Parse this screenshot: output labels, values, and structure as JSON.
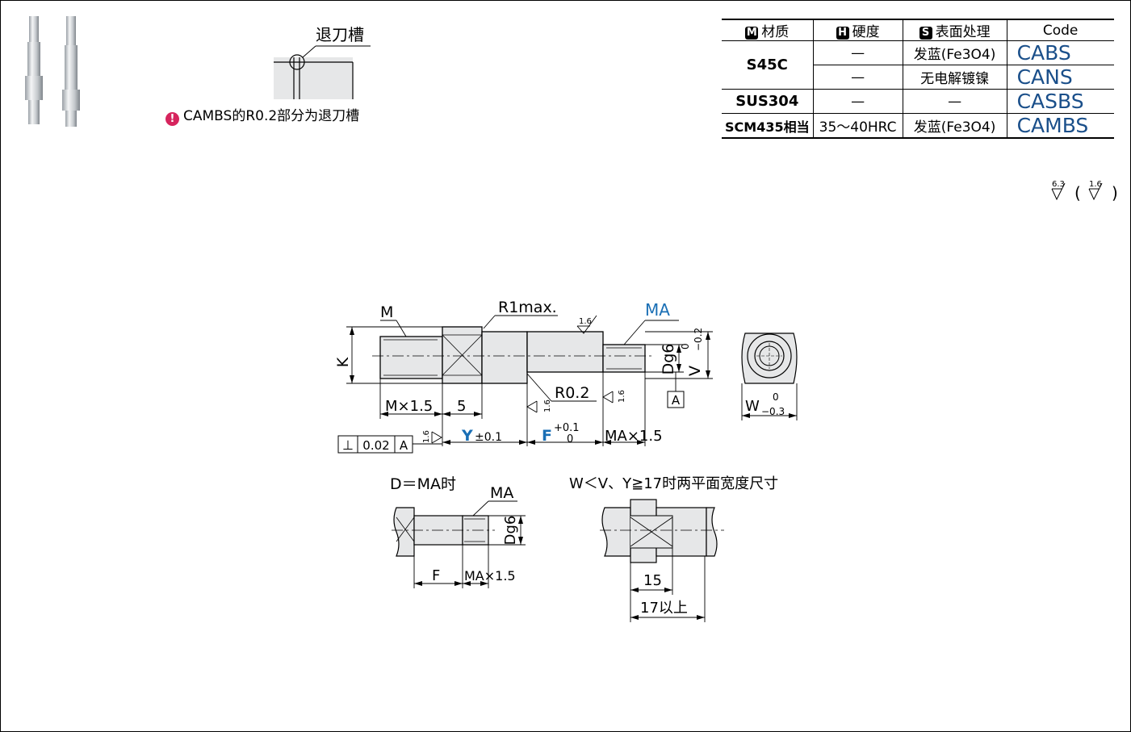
{
  "relief_label": "退刀槽",
  "note": {
    "icon": "exclamation-icon",
    "icon_color": "#d6245d",
    "text": "CAMBS的R0.2部分为退刀槽"
  },
  "table": {
    "headers": [
      {
        "badge": "M",
        "label": "材质"
      },
      {
        "badge": "H",
        "label": "硬度"
      },
      {
        "badge": "S",
        "label": "表面处理"
      },
      {
        "badge": "",
        "label": "Code"
      }
    ],
    "rows": [
      {
        "material": "S45C",
        "hardness": "—",
        "surface": "发蓝(Fe3O4)",
        "code": "CABS"
      },
      {
        "material": "",
        "hardness": "—",
        "surface": "无电解镀镍",
        "code": "CANS"
      },
      {
        "material": "SUS304",
        "hardness": "—",
        "surface": "—",
        "code": "CASBS"
      },
      {
        "material": "SCM435相当",
        "hardness": "35～40HRC",
        "surface": "发蓝(Fe3O4)",
        "code": "CAMBS"
      }
    ],
    "code_color": "#1a4f8a"
  },
  "roughness": {
    "general": "6.3",
    "specified": "1.6"
  },
  "main": {
    "M": "M",
    "R1max": "R1max.",
    "MA": "MA",
    "K": "K",
    "rough_a": "1.6",
    "rough_b": "1.6",
    "rough_c": "1.6",
    "rough_d": "1.6",
    "R02": "R0.2",
    "Dg6": "Dg6",
    "V": "V",
    "V_tol_upper": "0",
    "V_tol_lower": "−0.2",
    "datum": "A",
    "W": "W",
    "W_tol_upper": "0",
    "W_tol_lower": "−0.3",
    "MX15": "M×1.5",
    "five": "5",
    "Y": "Y",
    "Y_tol": "±0.1",
    "F": "F",
    "F_tol_upper": "+0.1",
    "F_tol_lower": "0",
    "MAX15": "MA×1.5",
    "tolerance_frame": {
      "symbol": "⊥",
      "value": "0.02",
      "datum": "A"
    },
    "accent_color": "#1a6fb5"
  },
  "sub1": {
    "title": "D＝MA时",
    "MA": "MA",
    "Dg6": "Dg6",
    "F": "F",
    "MAX15": "MA×1.5"
  },
  "sub2": {
    "title": "W＜V、Y≧17时两平面宽度尺寸",
    "fifteen": "15",
    "seventeen": "17以上"
  }
}
